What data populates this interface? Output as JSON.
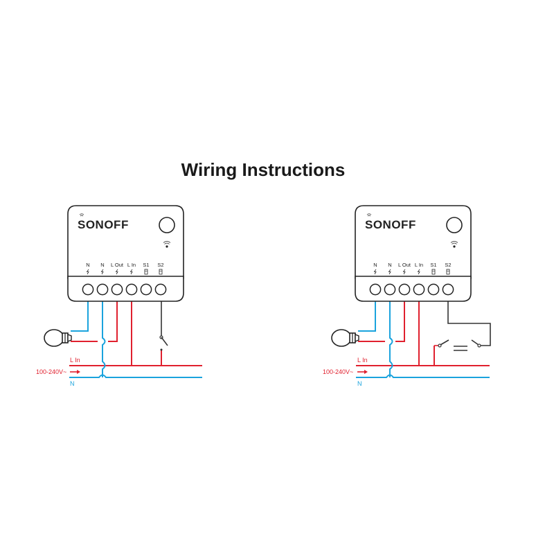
{
  "title": "Wiring Instructions",
  "colors": {
    "live": "#e0202e",
    "neutral": "#1aa3dd",
    "switch_wire": "#333333",
    "outline": "#222222"
  },
  "device": {
    "brand": "SONOFF",
    "terminals": [
      "N",
      "N",
      "L Out",
      "L In",
      "S1",
      "S2"
    ]
  },
  "supply": {
    "live_label": "L In",
    "neutral_label": "N",
    "voltage_label": "100-240V~"
  },
  "diagrams": [
    {
      "name": "single-switch",
      "switch_type": "single"
    },
    {
      "name": "two-way-switch",
      "switch_type": "two-way"
    }
  ]
}
